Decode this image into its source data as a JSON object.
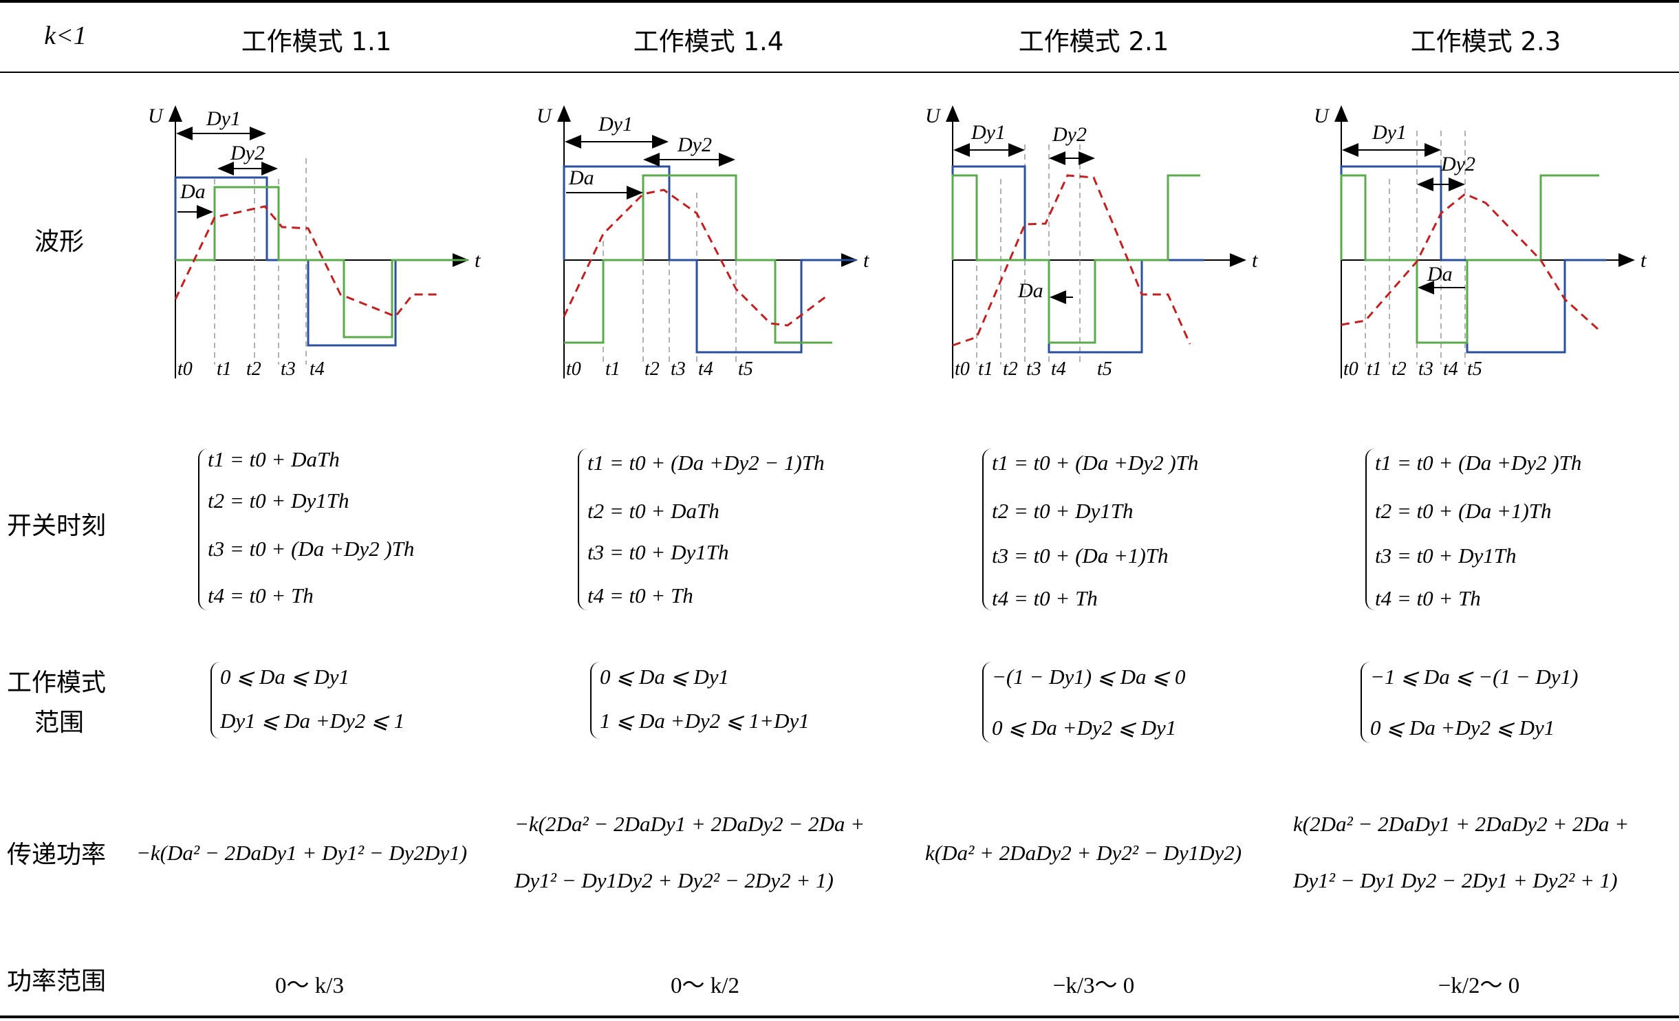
{
  "header": {
    "corner": "k<1",
    "columns": [
      "工作模式 1.1",
      "工作模式 1.4",
      "工作模式 2.1",
      "工作模式 2.3"
    ]
  },
  "rows": {
    "waveform": "波形",
    "switching": "开关时刻",
    "mode_range_line1": "工作模式",
    "mode_range_line2": "范围",
    "power": "传递功率",
    "power_range": "功率范围"
  },
  "waveforms": [
    {
      "axis_u": "U",
      "axis_t": "t",
      "labels": [
        "Dy1",
        "Dy2",
        "Da"
      ],
      "times": [
        "t0",
        "t1",
        "t2",
        "t3",
        "t4"
      ]
    },
    {
      "axis_u": "U",
      "axis_t": "t",
      "labels": [
        "Dy1",
        "Dy2",
        "Da"
      ],
      "times": [
        "t0",
        "t1",
        "t2",
        "t3",
        "t4",
        "t5"
      ]
    },
    {
      "axis_u": "U",
      "axis_t": "t",
      "labels": [
        "Dy1",
        "Dy2",
        "Da"
      ],
      "times": [
        "t0",
        "t1",
        "t2",
        "t3",
        "t4",
        "t5"
      ]
    },
    {
      "axis_u": "U",
      "axis_t": "t",
      "labels": [
        "Dy1",
        "Dy2",
        "Da"
      ],
      "times": [
        "t0",
        "t1",
        "t2",
        "t3",
        "t4",
        "t5"
      ]
    }
  ],
  "colors": {
    "primary": "#2a4f9e",
    "secondary": "#5aab4c",
    "current": "#c22020",
    "dash": "#999999"
  },
  "switching_times": [
    [
      "t1 = t0 + DaTh",
      "t2 = t0 + Dy1Th",
      "t3 = t0 + (Da +Dy2 )Th",
      "t4 = t0 + Th"
    ],
    [
      "t1 = t0 + (Da +Dy2 − 1)Th",
      "t2 = t0 + DaTh",
      "t3 = t0 + Dy1Th",
      "t4 = t0 + Th"
    ],
    [
      "t1 = t0 + (Da +Dy2 )Th",
      "t2 = t0 + Dy1Th",
      "t3 = t0 + (Da +1)Th",
      "t4 = t0 + Th"
    ],
    [
      "t1 = t0 + (Da +Dy2 )Th",
      "t2 = t0 + (Da +1)Th",
      "t3 = t0 + Dy1Th",
      "t4 = t0 + Th"
    ]
  ],
  "mode_ranges": [
    [
      "0 ⩽ Da ⩽ Dy1",
      "Dy1 ⩽ Da +Dy2 ⩽ 1"
    ],
    [
      "0 ⩽ Da ⩽ Dy1",
      "1 ⩽ Da +Dy2 ⩽ 1+Dy1"
    ],
    [
      "−(1 − Dy1) ⩽ Da ⩽ 0",
      "0 ⩽ Da +Dy2 ⩽ Dy1"
    ],
    [
      "−1 ⩽ Da ⩽ −(1 − Dy1)",
      "0 ⩽ Da +Dy2 ⩽ Dy1"
    ]
  ],
  "power_formulas": [
    [
      "−k(Da² − 2DaDy1 + Dy1² − Dy2Dy1)"
    ],
    [
      "−k(2Da² − 2DaDy1 + 2DaDy2 − 2Da +",
      "Dy1² − Dy1Dy2 + Dy2² − 2Dy2 + 1)"
    ],
    [
      "k(Da² + 2DaDy2 + Dy2² − Dy1Dy2)"
    ],
    [
      "k(2Da² − 2DaDy1 + 2DaDy2 + 2Da +",
      "Dy1² − Dy1 Dy2 − 2Dy1 + Dy2² + 1)"
    ]
  ],
  "power_ranges": [
    "0～ k/3",
    "0～ k/2",
    "−k/3～ 0",
    "−k/2～ 0"
  ]
}
